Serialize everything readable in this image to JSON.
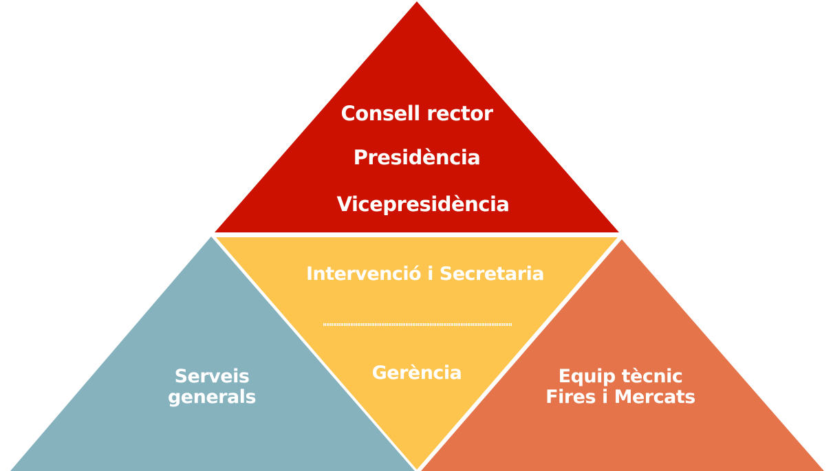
{
  "colors": {
    "top": "#cd1100",
    "center": "#fdc54d",
    "left": "#85b2bd",
    "right": "#e5744b",
    "divider": "#ffffff",
    "background": "#ffffff"
  },
  "top": {
    "lines": [
      "Consell rector",
      "Presidència",
      "Vicepresidència"
    ]
  },
  "center": {
    "upper": "Intervenció i Secretaria",
    "lower": "Gerència"
  },
  "left": {
    "lines": [
      "Serveis",
      "generals"
    ]
  },
  "right": {
    "lines": [
      "Equip tècnic",
      "Fires i Mercats"
    ]
  }
}
